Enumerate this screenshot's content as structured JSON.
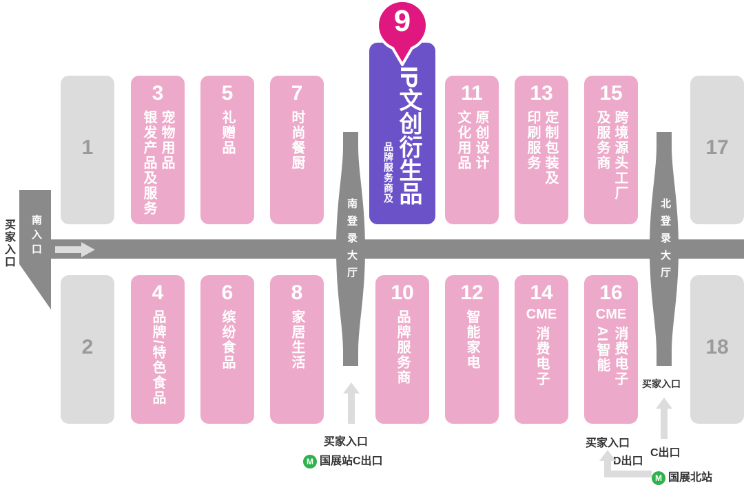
{
  "halls": [
    {
      "num": "1",
      "lines": []
    },
    {
      "num": "2",
      "lines": []
    },
    {
      "num": "3",
      "lines": [
        "银发产品及服务",
        "宠物用品"
      ]
    },
    {
      "num": "4",
      "lines": [
        "品牌/特色食品"
      ]
    },
    {
      "num": "5",
      "lines": [
        "礼赠品"
      ]
    },
    {
      "num": "6",
      "lines": [
        "缤纷食品"
      ]
    },
    {
      "num": "7",
      "lines": [
        "时尚餐厨"
      ]
    },
    {
      "num": "8",
      "lines": [
        "家居生活"
      ]
    },
    {
      "num": "9",
      "title": "IP文创衍生品",
      "sub": "品牌服务商及"
    },
    {
      "num": "10",
      "lines": [
        "品牌服务商"
      ]
    },
    {
      "num": "11",
      "lines": [
        "文化用品",
        "原创设计"
      ]
    },
    {
      "num": "12",
      "lines": [
        "智能家电"
      ]
    },
    {
      "num": "13",
      "lines": [
        "印刷服务",
        "定制包装及"
      ]
    },
    {
      "num": "14",
      "en": "CME",
      "lines": [
        "消费电子"
      ]
    },
    {
      "num": "15",
      "lines": [
        "及服务商",
        "跨境源头工厂"
      ]
    },
    {
      "num": "16",
      "en": "CME",
      "lines": [
        "AI智能",
        "消费电子"
      ]
    },
    {
      "num": "17",
      "lines": []
    },
    {
      "num": "18",
      "lines": []
    }
  ],
  "lobbies": {
    "south": "南登录大厅",
    "north": "北登录大厅"
  },
  "entrances": {
    "south_entry": "南入口",
    "buyer_west": "买家入口",
    "buyer_south": "买家入口",
    "metro_c": "国展站C出口",
    "buyer_north_right": "买家入口",
    "buyer_north_left": "买家入口",
    "d_exit": "D出口",
    "c_exit": "C出口",
    "metro_north": "国展北站",
    "metro_icon": "metro-icon"
  },
  "colors": {
    "pink": "#eda9c9",
    "purple": "#6c52c9",
    "magenta": "#e0177f",
    "gray": "#dcdcdc",
    "corridor": "#8a8a8a"
  }
}
